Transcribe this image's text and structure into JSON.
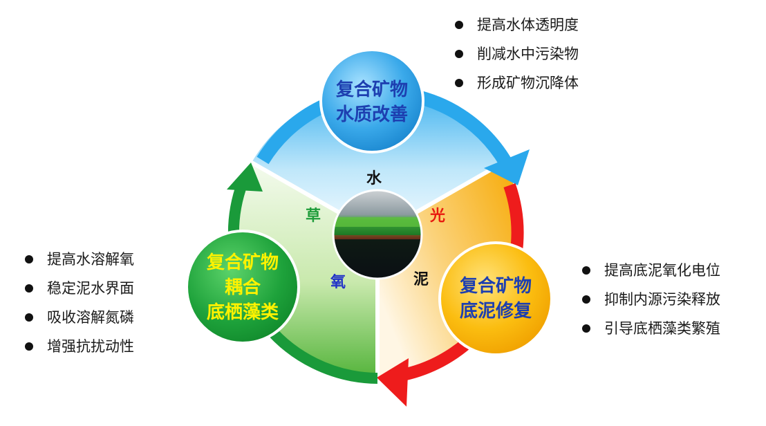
{
  "top_module": {
    "lines": [
      "复合矿物",
      "水质改善"
    ],
    "color": "#1d3fb0"
  },
  "left_module": {
    "lines": [
      "复合矿物",
      "耦合",
      "底栖藻类"
    ],
    "color": "#fff200"
  },
  "right_module": {
    "lines": [
      "复合矿物",
      "底泥修复"
    ],
    "color": "#1d3fb0"
  },
  "center_elements": {
    "water": {
      "label": "水",
      "color": "#111111"
    },
    "light": {
      "label": "光",
      "color": "#e8190e"
    },
    "grass": {
      "label": "草",
      "color": "#1f9d3b"
    },
    "mud": {
      "label": "泥",
      "color": "#111111"
    },
    "oxygen": {
      "label": "氧",
      "color": "#2233c8"
    }
  },
  "top_list": [
    "提高水体透明度",
    "削减水中污染物",
    "形成矿物沉降体"
  ],
  "left_list": [
    "提高水溶解氧",
    "稳定泥水界面",
    "吸收溶解氮磷",
    "增强抗扰动性"
  ],
  "right_list": [
    "提高底泥氧化电位",
    "抑制内源污染释放",
    "引导底栖藻类繁殖"
  ]
}
